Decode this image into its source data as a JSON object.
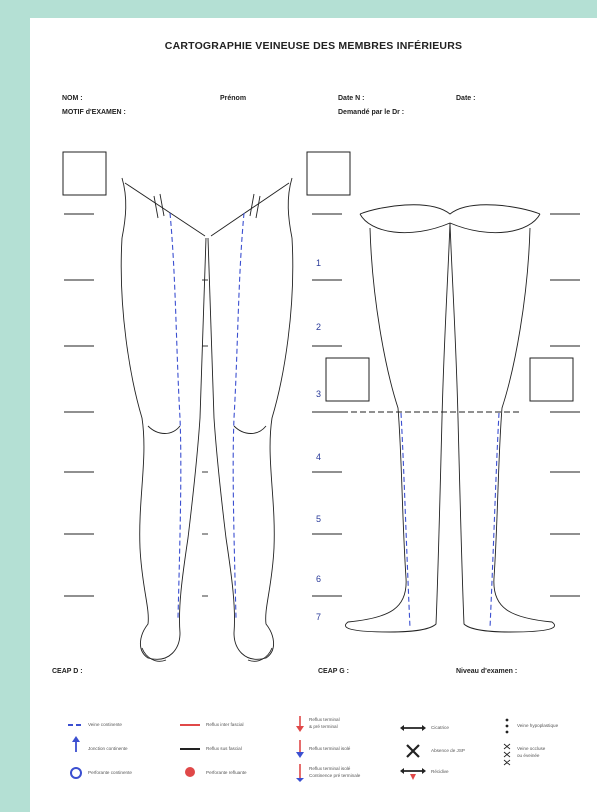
{
  "title": "CARTOGRAPHIE VEINEUSE DES MEMBRES INFÉRIEURS",
  "fields": {
    "nom": "NOM :",
    "prenom": "Prénom",
    "date_n": "Date N :",
    "date": "Date :",
    "motif": "MOTIF d'EXAMEN :",
    "demande": "Demandé par le Dr :",
    "ceap_d": "CEAP D :",
    "ceap_g": "CEAP G :",
    "niveau": "Niveau d'examen :"
  },
  "levels": [
    "1",
    "2",
    "3",
    "4",
    "5",
    "6",
    "7"
  ],
  "legend": {
    "veine_continente": "Veine continente",
    "jonction_continente": "Jonction continente",
    "perforante_continente": "Perforante continente",
    "reflux_inter_fascial": "Reflux inter fascial",
    "reflux_sus_fascial": "Reflux sus fascial",
    "perforante_refluante": "Perforante refluante",
    "reflux_terminal_pre_1": "Reflux terminal",
    "reflux_terminal_pre_2": "& pré terminal",
    "reflux_terminal_isole": "Reflux terminal isolé",
    "reflux_cont_1": "Reflux terminal isolé",
    "reflux_cont_2": "Continence pré terminale",
    "cicatrice": "Cicatrice",
    "absence_jsp": "Absence de JSP",
    "recidive": "Récidive",
    "veine_hypoplastique": "Veine hypoplastique",
    "veine_occluse_1": "Veine occluse",
    "veine_occluse_2": "ou éveinée"
  },
  "colors": {
    "background": "#b4e0d4",
    "continent": "#3b4fd0",
    "reflux": "#e04848",
    "ink": "#222222"
  },
  "icons": [
    "dash-line-icon",
    "up-arrow-icon",
    "circle-icon",
    "red-line-icon",
    "black-line-icon",
    "red-dot-icon",
    "down-arrow-icon",
    "split-arrow-icon",
    "double-arrow-icon",
    "x-icon",
    "recidive-icon",
    "dots-icon",
    "small-x-icon"
  ]
}
